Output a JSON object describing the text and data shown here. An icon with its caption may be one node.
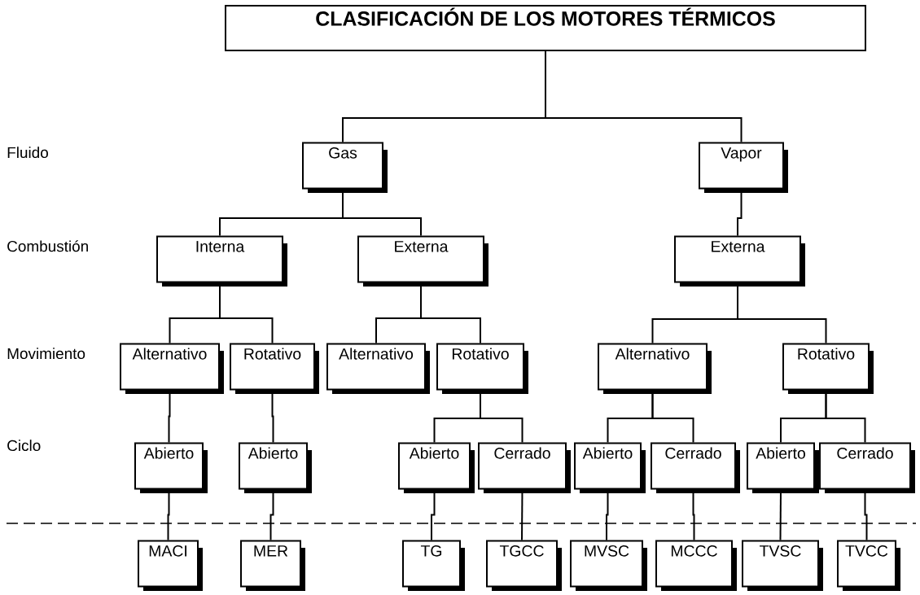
{
  "diagram": {
    "nodes": [
      {
        "text": [
          "CLASIFICACIÓN DE LOS MOTORES TÉRMICOS"
        ]
      },
      {
        "text": [
          "Gas"
        ]
      },
      {
        "text": [
          "Vapor"
        ]
      },
      {
        "text": [
          "Interna"
        ]
      },
      {
        "text": [
          "Externa"
        ]
      },
      {
        "text": [
          "Externa"
        ]
      },
      {
        "text": [
          "Alternativo"
        ]
      },
      {
        "text": [
          "Rotativo"
        ]
      },
      {
        "text": [
          "Alternativo"
        ]
      },
      {
        "text": [
          "Rotativo"
        ]
      },
      {
        "text": [
          "Alternativo"
        ]
      },
      {
        "text": [
          "Rotativo"
        ]
      },
      {
        "text": [
          "Abierto"
        ]
      },
      {
        "text": [
          "Abierto"
        ]
      },
      {
        "text": [
          "Abierto"
        ]
      },
      {
        "text": [
          "Cerrado"
        ]
      },
      {
        "text": [
          "Abierto"
        ]
      },
      {
        "text": [
          "Cerrado"
        ]
      },
      {
        "text": [
          "Abierto"
        ]
      },
      {
        "text": [
          "Cerrado"
        ]
      },
      {
        "text": [
          "MACI"
        ]
      },
      {
        "text": [
          "MER"
        ]
      },
      {
        "text": [
          "TG"
        ]
      },
      {
        "text": [
          "TGCC"
        ]
      },
      {
        "text": [
          "MVSC"
        ]
      },
      {
        "text": [
          "MCCC"
        ]
      },
      {
        "text": [
          "TVSC"
        ]
      },
      {
        "text": [
          "TVCC"
        ]
      }
    ],
    "edges": [
      {
        "from": 0,
        "to": 1,
        "arrow": "none"
      },
      {
        "from": 0,
        "to": 2,
        "arrow": "none"
      },
      {
        "from": 1,
        "to": 3,
        "arrow": "none"
      },
      {
        "from": 1,
        "to": 4,
        "arrow": "none"
      },
      {
        "from": 2,
        "to": 5,
        "arrow": "none"
      },
      {
        "from": 3,
        "to": 6,
        "arrow": "none"
      },
      {
        "from": 3,
        "to": 7,
        "arrow": "none"
      },
      {
        "from": 4,
        "to": 8,
        "arrow": "none"
      },
      {
        "from": 4,
        "to": 9,
        "arrow": "none"
      },
      {
        "from": 5,
        "to": 10,
        "arrow": "none"
      },
      {
        "from": 5,
        "to": 11,
        "arrow": "none"
      },
      {
        "from": 6,
        "to": 12,
        "arrow": "none"
      },
      {
        "from": 7,
        "to": 13,
        "arrow": "none"
      },
      {
        "from": 9,
        "to": 14,
        "arrow": "none"
      },
      {
        "from": 9,
        "to": 15,
        "arrow": "none"
      },
      {
        "from": 10,
        "to": 16,
        "arrow": "none"
      },
      {
        "from": 10,
        "to": 17,
        "arrow": "none"
      },
      {
        "from": 11,
        "to": 18,
        "arrow": "none"
      },
      {
        "from": 11,
        "to": 19,
        "arrow": "none"
      },
      {
        "from": 12,
        "to": 20,
        "arrow": "none"
      },
      {
        "from": 13,
        "to": 21,
        "arrow": "none"
      },
      {
        "from": 14,
        "to": 22,
        "arrow": "none"
      },
      {
        "from": 15,
        "to": 23,
        "arrow": "none"
      },
      {
        "from": 16,
        "to": 24,
        "arrow": "none"
      },
      {
        "from": 17,
        "to": 25,
        "arrow": "none"
      },
      {
        "from": 18,
        "to": 26,
        "arrow": "none"
      },
      {
        "from": 19,
        "to": 27,
        "arrow": "none"
      }
    ],
    "labels": [
      "Fluido",
      "Combustión",
      "Movimiento",
      "Ciclo"
    ]
  }
}
